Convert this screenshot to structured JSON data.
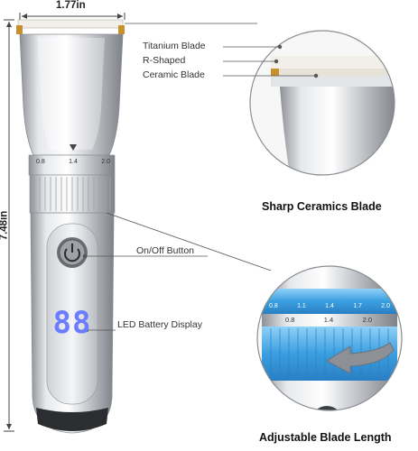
{
  "dimensions": {
    "width": "1.77in",
    "height": "7.48in"
  },
  "callouts": {
    "titanium_blade": "Titanium Blade",
    "r_shaped": "R-Shaped",
    "ceramic_blade": "Ceramic Blade",
    "on_off_button": "On/Off Button",
    "led_display": "LED Battery Display"
  },
  "captions": {
    "top": "Sharp Ceramics Blade",
    "bottom": "Adjustable Blade Length"
  },
  "dial": {
    "body_scale": [
      "0.8",
      "1.4",
      "2.0"
    ],
    "zoom_scale_upper": [
      "0.8",
      "1.1",
      "1.4",
      "1.7",
      "2.0"
    ],
    "zoom_scale_lower": [
      "0.8",
      "1.4",
      "2.0"
    ]
  },
  "display_digits": "88",
  "colors": {
    "accent_blue": "#3a9fe0",
    "gold": "#c8902a",
    "steel": "#c9ccd1",
    "led": "#6a7cff"
  }
}
